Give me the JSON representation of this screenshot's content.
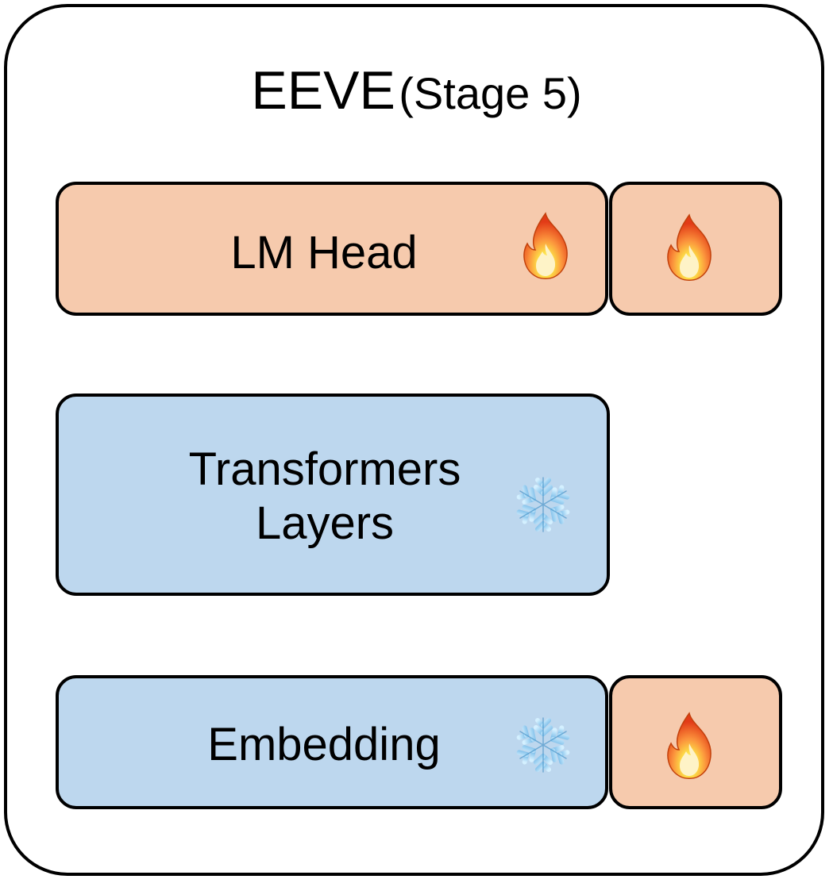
{
  "diagram": {
    "title": "EEVE",
    "subtitle": "(Stage 5)",
    "colors": {
      "trainable": "#f6caad",
      "frozen": "#bdd7ee",
      "border": "#000000",
      "flame_outer": "#ef4a22",
      "flame_inner": "#fcd34d",
      "snowflake": "#8ec9ec"
    },
    "blocks": {
      "lm_head": {
        "label": "LM Head",
        "state": "trainable",
        "icon": "fire-icon"
      },
      "lm_head_extension": {
        "label": "",
        "state": "trainable",
        "icon": "fire-icon"
      },
      "transformer_layers": {
        "label_line1": "Transformers",
        "label_line2": "Layers",
        "state": "frozen",
        "icon": "snowflake-icon"
      },
      "embedding": {
        "label": "Embedding",
        "state": "frozen",
        "icon": "snowflake-icon"
      },
      "embedding_extension": {
        "label": "",
        "state": "trainable",
        "icon": "fire-icon"
      }
    }
  }
}
